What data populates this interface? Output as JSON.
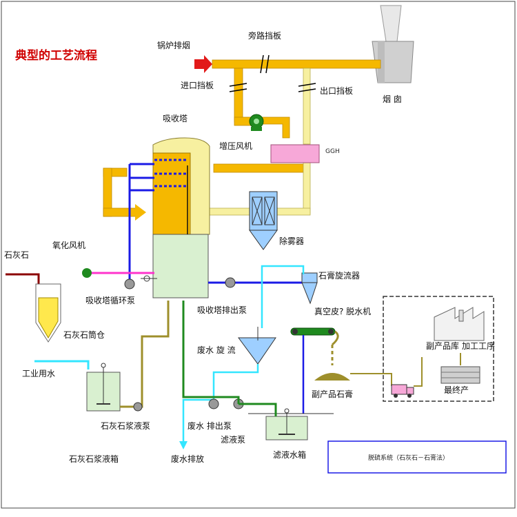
{
  "title": "典型的工艺流程",
  "labels": {
    "boiler_flue_gas": "锅炉排烟",
    "bypass_damper": "旁路挡板",
    "inlet_damper": "进口挡板",
    "outlet_damper": "出口挡板",
    "chimney": "烟 囱",
    "absorber": "吸收塔",
    "booster_fan": "增压风机",
    "ggh": "GGH",
    "demister": "除雾器",
    "limestone": "石灰石",
    "oxidation_fan": "氧化风机",
    "absorber_circ_pump": "吸收塔循环泵",
    "absorber_discharge_pump": "吸收塔排出泵",
    "gypsum_cyclone": "石膏旋流器",
    "vacuum_belt": "真空皮? 脱水机",
    "limestone_silo": "石灰石筒仓",
    "industrial_water": "工业用水",
    "wastewater_cyclone": "废水 旋 流",
    "byproduct_warehouse": "副产品库",
    "processing": "加工工序",
    "byproduct_gypsum": "副产品石膏",
    "final_product": "最终产",
    "limestone_slurry_pump": "石灰石浆液泵",
    "wastewater_discharge_pump": "废水 排出泵",
    "filtrate_pump": "滤液泵",
    "limestone_slurry_tank": "石灰石浆液箱",
    "wastewater_drain": "废水排放",
    "filtrate_tank": "滤液水箱",
    "process_caption": "脱硫系统（石灰石－石膏法）"
  },
  "colors": {
    "flue_gas": "#f5b800",
    "clean_gas": "#f7f0a0",
    "slurry": "#9e8f2b",
    "water": "#33e6ff",
    "blue_line": "#1a1ae6",
    "green_line": "#1f8a1f",
    "oxidation_air": "#ff33cc",
    "limestone_feed": "#8b0000",
    "ggh": "#f7a8d8",
    "absorber_lower": "#d9f0d0",
    "cyclone": "#9ecfff",
    "title": "#d00000"
  },
  "icons": [
    "red-arrow-icon",
    "pump-icon",
    "fan-icon",
    "factory-icon",
    "truck-icon"
  ]
}
